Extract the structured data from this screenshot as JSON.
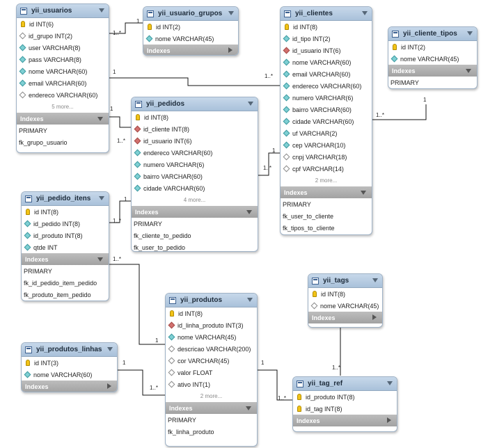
{
  "tables": [
    {
      "id": "usuarios",
      "name": "yii_usuarios",
      "columns": [
        {
          "icon": "key",
          "text": "id INT(6)"
        },
        {
          "icon": "nl",
          "text": "id_grupo INT(2)"
        },
        {
          "icon": "nn",
          "text": "user VARCHAR(8)"
        },
        {
          "icon": "nn",
          "text": "pass VARCHAR(8)"
        },
        {
          "icon": "nn",
          "text": "nome VARCHAR(60)"
        },
        {
          "icon": "nn",
          "text": "email VARCHAR(60)"
        },
        {
          "icon": "nl",
          "text": "endereco VARCHAR(60)"
        }
      ],
      "more": "5 more...",
      "indexes_label": "Indexes",
      "indexes_expanded": true,
      "indexes": [
        "PRIMARY",
        "fk_grupo_usuario"
      ]
    },
    {
      "id": "usuario_grupos",
      "name": "yii_usuario_grupos",
      "columns": [
        {
          "icon": "key",
          "text": "id INT(2)"
        },
        {
          "icon": "nn",
          "text": "nome VARCHAR(45)"
        }
      ],
      "more": "",
      "indexes_label": "Indexes",
      "indexes_expanded": false,
      "indexes": []
    },
    {
      "id": "clientes",
      "name": "yii_clientes",
      "columns": [
        {
          "icon": "key",
          "text": "id INT(8)"
        },
        {
          "icon": "nn",
          "text": "id_tipo INT(2)"
        },
        {
          "icon": "fk",
          "text": "id_usuario INT(6)"
        },
        {
          "icon": "nn",
          "text": "nome VARCHAR(60)"
        },
        {
          "icon": "nn",
          "text": "email VARCHAR(60)"
        },
        {
          "icon": "nn",
          "text": "endereco VARCHAR(60)"
        },
        {
          "icon": "nn",
          "text": "numero VARCHAR(6)"
        },
        {
          "icon": "nn",
          "text": "bairro VARCHAR(60)"
        },
        {
          "icon": "nn",
          "text": "cidade VARCHAR(60)"
        },
        {
          "icon": "nn",
          "text": "uf VARCHAR(2)"
        },
        {
          "icon": "nn",
          "text": "cep VARCHAR(10)"
        },
        {
          "icon": "nl",
          "text": "cnpj VARCHAR(18)"
        },
        {
          "icon": "nl",
          "text": "cpf VARCHAR(14)"
        }
      ],
      "more": "2 more...",
      "indexes_label": "Indexes",
      "indexes_expanded": true,
      "indexes": [
        "PRIMARY",
        "fk_user_to_cliente",
        "fk_tipos_to_cliente"
      ]
    },
    {
      "id": "cliente_tipos",
      "name": "yii_cliente_tipos",
      "columns": [
        {
          "icon": "key",
          "text": "id INT(2)"
        },
        {
          "icon": "nn",
          "text": "nome VARCHAR(45)"
        }
      ],
      "more": "",
      "indexes_label": "Indexes",
      "indexes_expanded": true,
      "indexes": [
        "PRIMARY"
      ]
    },
    {
      "id": "pedidos",
      "name": "yii_pedidos",
      "columns": [
        {
          "icon": "key",
          "text": "id INT(8)"
        },
        {
          "icon": "fk",
          "text": "id_cliente INT(8)"
        },
        {
          "icon": "fk",
          "text": "id_usuario INT(6)"
        },
        {
          "icon": "nn",
          "text": "endereco VARCHAR(60)"
        },
        {
          "icon": "nn",
          "text": "numero VARCHAR(6)"
        },
        {
          "icon": "nn",
          "text": "bairro VARCHAR(60)"
        },
        {
          "icon": "nn",
          "text": "cidade VARCHAR(60)"
        }
      ],
      "more": "4 more...",
      "indexes_label": "Indexes",
      "indexes_expanded": true,
      "indexes": [
        "PRIMARY",
        "fk_cliente_to_pedido",
        "fk_user_to_pedido"
      ]
    },
    {
      "id": "pedido_itens",
      "name": "yii_pedido_itens",
      "columns": [
        {
          "icon": "key",
          "text": "id INT(8)"
        },
        {
          "icon": "nn",
          "text": "id_pedido INT(8)"
        },
        {
          "icon": "nn",
          "text": "id_produto INT(8)"
        },
        {
          "icon": "nn",
          "text": "qtde INT"
        }
      ],
      "more": "",
      "indexes_label": "Indexes",
      "indexes_expanded": true,
      "indexes": [
        "PRIMARY",
        "fk_id_pedido_item_pedido",
        "fk_produto_item_pedido"
      ]
    },
    {
      "id": "tags",
      "name": "yii_tags",
      "columns": [
        {
          "icon": "key",
          "text": "id INT(8)"
        },
        {
          "icon": "nl",
          "text": "nome VARCHAR(45)"
        }
      ],
      "more": "",
      "indexes_label": "Indexes",
      "indexes_expanded": false,
      "indexes": []
    },
    {
      "id": "produtos",
      "name": "yii_produtos",
      "columns": [
        {
          "icon": "key",
          "text": "id INT(8)"
        },
        {
          "icon": "fk",
          "text": "id_linha_produto INT(3)"
        },
        {
          "icon": "nn",
          "text": "nome VARCHAR(45)"
        },
        {
          "icon": "nl",
          "text": "descricao VARCHAR(200)"
        },
        {
          "icon": "nl",
          "text": "cor VARCHAR(45)"
        },
        {
          "icon": "nl",
          "text": "valor FLOAT"
        },
        {
          "icon": "nl",
          "text": "ativo INT(1)"
        }
      ],
      "more": "2 more...",
      "indexes_label": "Indexes",
      "indexes_expanded": true,
      "indexes": [
        "PRIMARY",
        "fk_linha_produto"
      ]
    },
    {
      "id": "produtos_linhas",
      "name": "yii_produtos_linhas",
      "columns": [
        {
          "icon": "key",
          "text": "id INT(3)"
        },
        {
          "icon": "nn",
          "text": "nome VARCHAR(60)"
        }
      ],
      "more": "",
      "indexes_label": "Indexes",
      "indexes_expanded": false,
      "indexes": []
    },
    {
      "id": "tag_ref",
      "name": "yii_tag_ref",
      "columns": [
        {
          "icon": "key",
          "text": "id_produto INT(8)"
        },
        {
          "icon": "key",
          "text": "id_tag INT(8)"
        }
      ],
      "more": "",
      "indexes_label": "Indexes",
      "indexes_expanded": false,
      "indexes": []
    }
  ],
  "relationship_labels": [
    "1..*",
    "1",
    "1",
    "1..*",
    "1",
    "1..*",
    "1",
    "1..*",
    "1..*",
    "1",
    "1..*",
    "1",
    "1..*",
    "1",
    "1",
    "1..*",
    "1",
    "1..*"
  ],
  "colors": {
    "header": "#a9c1da",
    "indexes_bar": "#a2a2a2",
    "key": "#f2c318",
    "fk_column": "#d2706e",
    "column": "#7fd0d4"
  }
}
